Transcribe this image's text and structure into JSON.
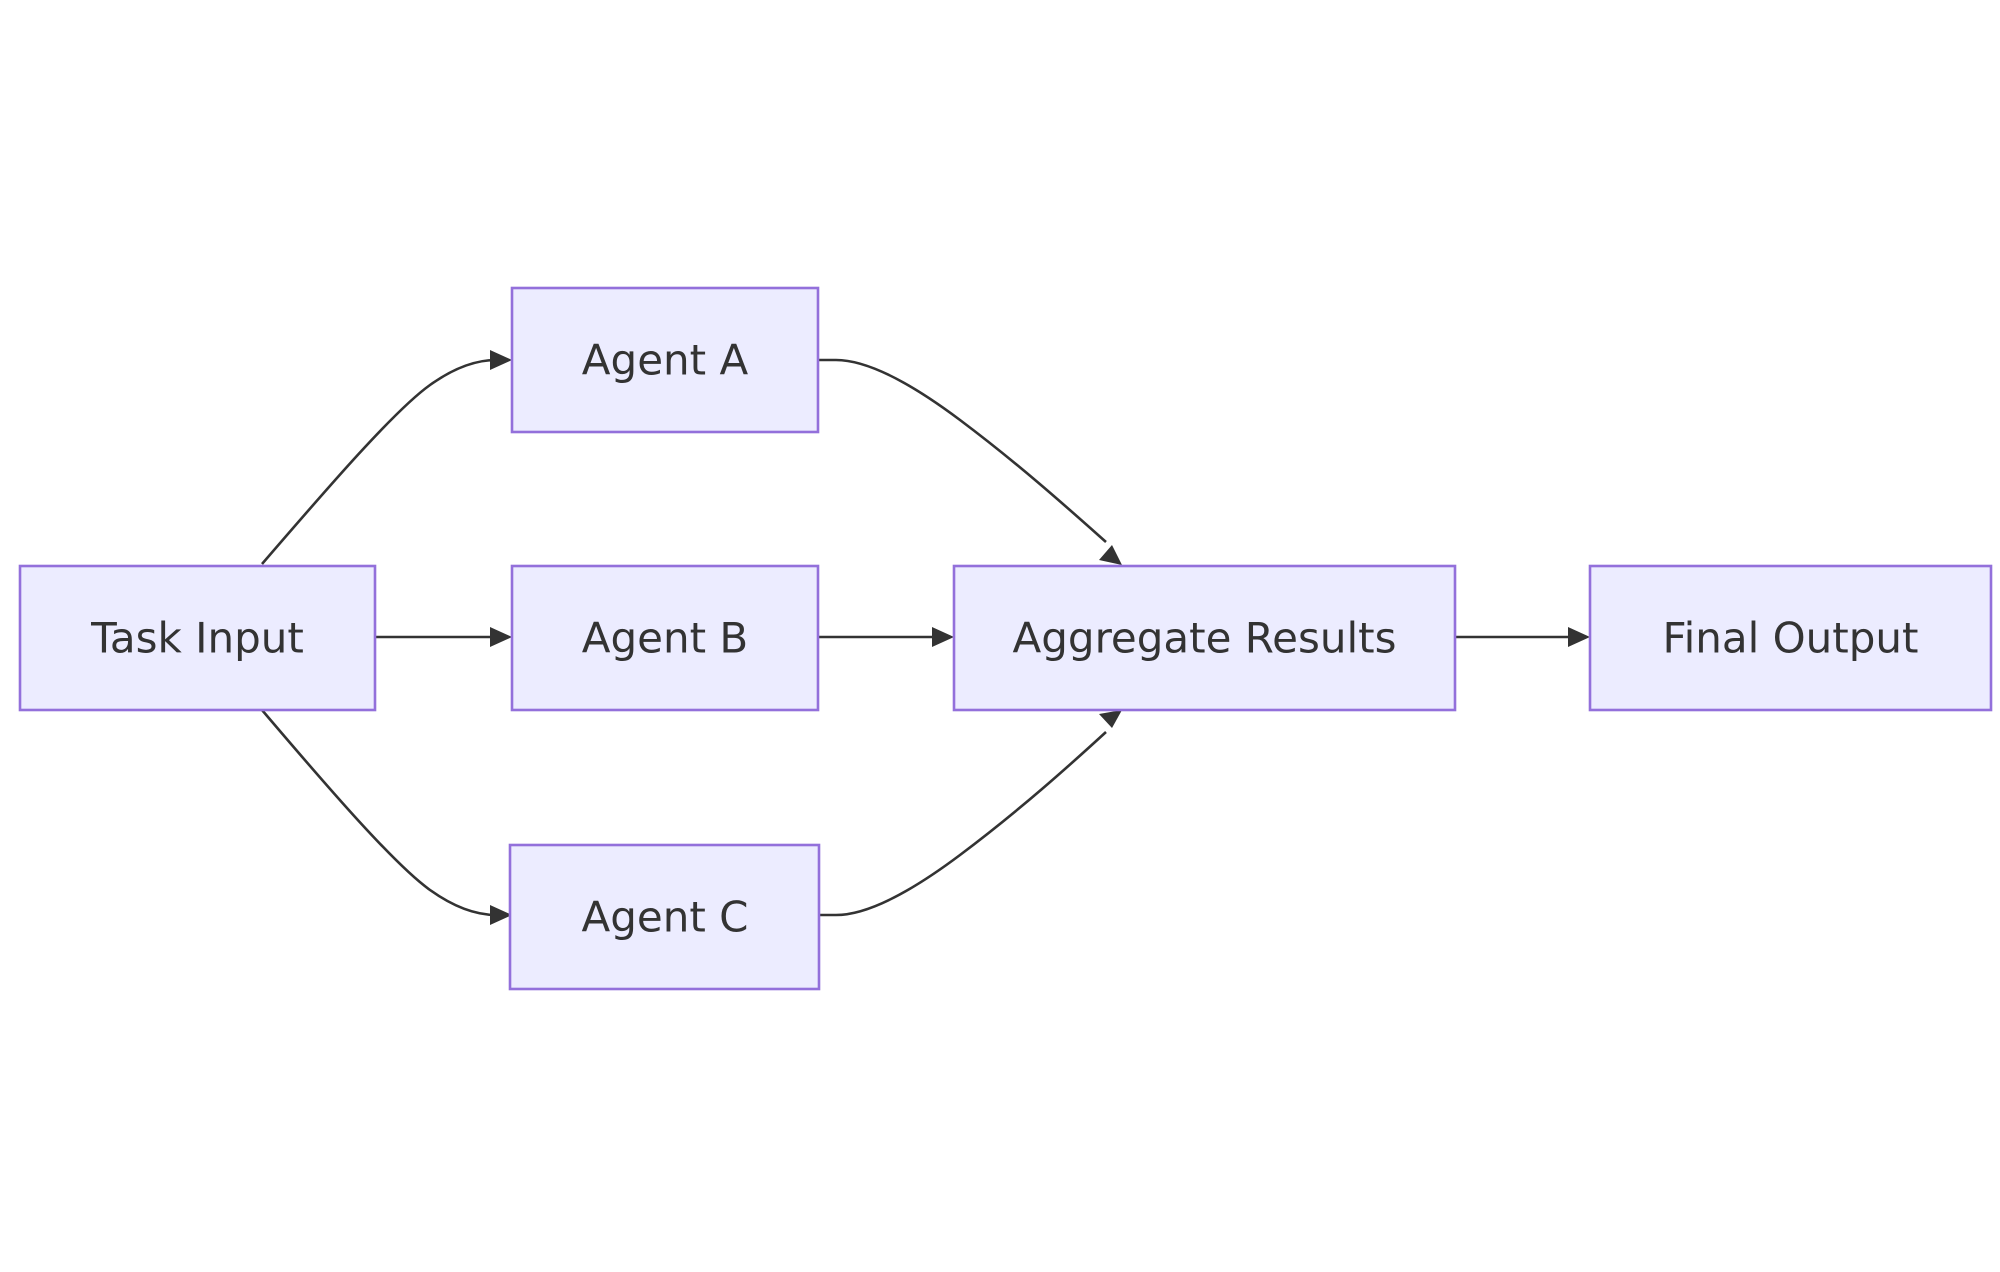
{
  "diagram": {
    "nodes": [
      {
        "id": "task_input",
        "label": "Task Input"
      },
      {
        "id": "agent_a",
        "label": "Agent A"
      },
      {
        "id": "agent_b",
        "label": "Agent B"
      },
      {
        "id": "agent_c",
        "label": "Agent C"
      },
      {
        "id": "aggregate",
        "label": "Aggregate Results"
      },
      {
        "id": "final_output",
        "label": "Final Output"
      }
    ],
    "edges": [
      {
        "from": "task_input",
        "to": "agent_a"
      },
      {
        "from": "task_input",
        "to": "agent_b"
      },
      {
        "from": "task_input",
        "to": "agent_c"
      },
      {
        "from": "agent_a",
        "to": "aggregate"
      },
      {
        "from": "agent_b",
        "to": "aggregate"
      },
      {
        "from": "agent_c",
        "to": "aggregate"
      },
      {
        "from": "aggregate",
        "to": "final_output"
      }
    ],
    "colors": {
      "node_fill": "#ECECFF",
      "node_stroke": "#9370DB",
      "edge": "#333333",
      "text": "#333333"
    }
  }
}
